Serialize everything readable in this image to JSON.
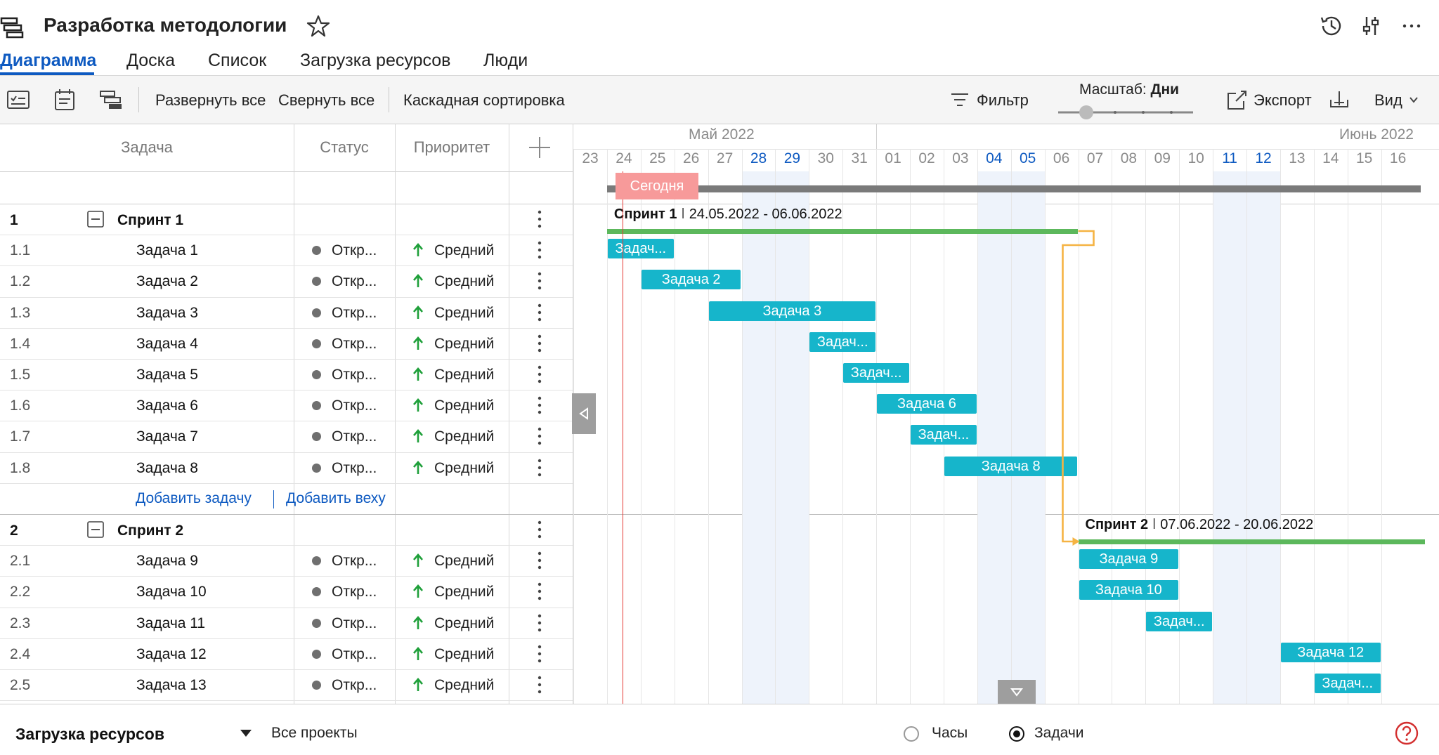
{
  "header": {
    "title": "Разработка методологии",
    "icons": [
      "project-icon",
      "star-icon",
      "history-icon",
      "settings-sliders-icon",
      "more-icon"
    ]
  },
  "tabs": [
    {
      "label": "Диаграмма",
      "active": true
    },
    {
      "label": "Доска",
      "active": false
    },
    {
      "label": "Список",
      "active": false
    },
    {
      "label": "Загрузка ресурсов",
      "active": false
    },
    {
      "label": "Люди",
      "active": false
    }
  ],
  "toolbar": {
    "expand_all": "Развернуть все",
    "collapse_all": "Свернуть все",
    "cascade_sort": "Каскадная сортировка",
    "filter": "Фильтр",
    "zoom_label": "Масштаб:",
    "zoom_value": "Дни",
    "export": "Экспорт",
    "view": "Вид"
  },
  "grid": {
    "columns": {
      "task": "Задача",
      "status": "Статус",
      "priority": "Приоритет"
    },
    "sprints": [
      {
        "num": "1",
        "name": "Спринт 1",
        "dates": "24.05.2022 - 06.06.2022",
        "tasks": [
          {
            "num": "1.1",
            "name": "Задача 1",
            "status": "Откр...",
            "priority": "Средний",
            "bar": "Задач..."
          },
          {
            "num": "1.2",
            "name": "Задача 2",
            "status": "Откр...",
            "priority": "Средний",
            "bar": "Задача 2"
          },
          {
            "num": "1.3",
            "name": "Задача 3",
            "status": "Откр...",
            "priority": "Средний",
            "bar": "Задача 3"
          },
          {
            "num": "1.4",
            "name": "Задача 4",
            "status": "Откр...",
            "priority": "Средний",
            "bar": "Задач..."
          },
          {
            "num": "1.5",
            "name": "Задача 5",
            "status": "Откр...",
            "priority": "Средний",
            "bar": "Задач..."
          },
          {
            "num": "1.6",
            "name": "Задача 6",
            "status": "Откр...",
            "priority": "Средний",
            "bar": "Задача 6"
          },
          {
            "num": "1.7",
            "name": "Задача 7",
            "status": "Откр...",
            "priority": "Средний",
            "bar": "Задач..."
          },
          {
            "num": "1.8",
            "name": "Задача 8",
            "status": "Откр...",
            "priority": "Средний",
            "bar": "Задача 8"
          }
        ]
      },
      {
        "num": "2",
        "name": "Спринт 2",
        "dates": "07.06.2022 - 20.06.2022",
        "tasks": [
          {
            "num": "2.1",
            "name": "Задача 9",
            "status": "Откр...",
            "priority": "Средний",
            "bar": "Задача 9"
          },
          {
            "num": "2.2",
            "name": "Задача 10",
            "status": "Откр...",
            "priority": "Средний",
            "bar": "Задача 10"
          },
          {
            "num": "2.3",
            "name": "Задача 11",
            "status": "Откр...",
            "priority": "Средний",
            "bar": "Задач..."
          },
          {
            "num": "2.4",
            "name": "Задача 12",
            "status": "Откр...",
            "priority": "Средний",
            "bar": "Задача 12"
          },
          {
            "num": "2.5",
            "name": "Задача 13",
            "status": "Откр...",
            "priority": "Средний",
            "bar": "Задач..."
          }
        ]
      }
    ],
    "add_task": "Добавить задачу",
    "add_milestone": "Добавить веху"
  },
  "timeline": {
    "months": [
      "Май 2022",
      "Июнь 2022"
    ],
    "days": [
      "23",
      "24",
      "25",
      "26",
      "27",
      "28",
      "29",
      "30",
      "31",
      "01",
      "02",
      "03",
      "04",
      "05",
      "06",
      "07",
      "08",
      "09",
      "10",
      "11",
      "12",
      "13",
      "14",
      "15",
      "16"
    ],
    "weekend_days": [
      "28",
      "29",
      "04",
      "05",
      "11",
      "12"
    ],
    "today": "Сегодня"
  },
  "footer": {
    "title": "Загрузка ресурсов",
    "projects": "Все проекты",
    "radio_hours": "Часы",
    "radio_tasks": "Задачи",
    "selected": "Задачи"
  },
  "colors": {
    "accent": "#0e5ac1",
    "task_bar": "#16b5cb",
    "summary_bar": "#5cb85c",
    "today_line": "#e53935",
    "dependency": "#f5b342",
    "priority_arrow": "#1fa03a",
    "help": "#d32f2f"
  }
}
